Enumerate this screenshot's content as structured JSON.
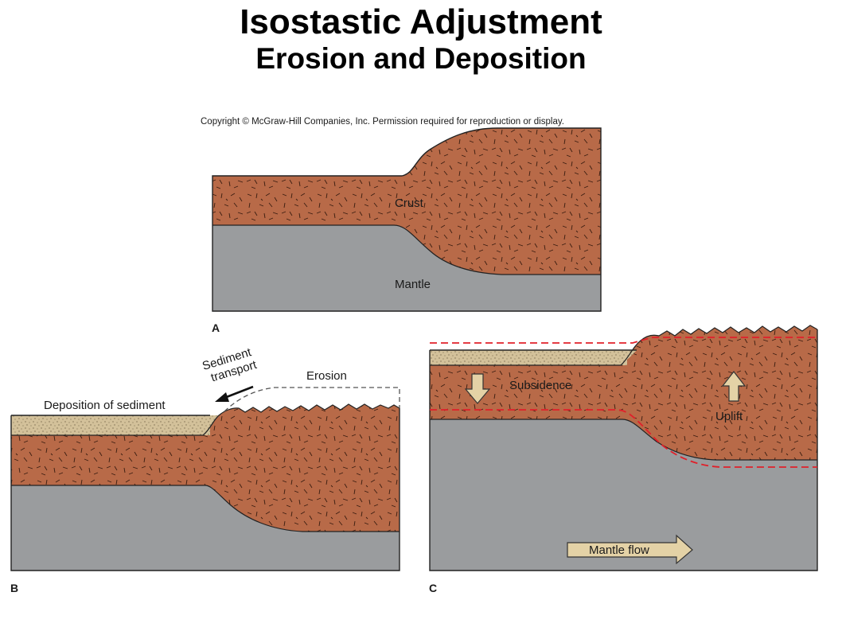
{
  "title": "Isostastic Adjustment",
  "subtitle": "Erosion and Deposition",
  "copyright": "Copyright © McGraw-Hill Companies, Inc. Permission required for reproduction or display.",
  "panel_a": {
    "letter": "A",
    "crust_label": "Crust",
    "mantle_label": "Mantle"
  },
  "panel_b": {
    "letter": "B",
    "deposition_label": "Deposition of sediment",
    "transport_label_1": "Sediment",
    "transport_label_2": "transport",
    "erosion_label": "Erosion"
  },
  "panel_c": {
    "letter": "C",
    "subsidence_label": "Subsidence",
    "uplift_label": "Uplift",
    "mantle_flow_label": "Mantle flow"
  },
  "colors": {
    "crust": "#b86a48",
    "mantle": "#9a9c9e",
    "sediment": "#d3c19a",
    "arrow_fill": "#e4d2a6",
    "dashed_red": "#e0202a",
    "dashed_gray": "#555555"
  }
}
